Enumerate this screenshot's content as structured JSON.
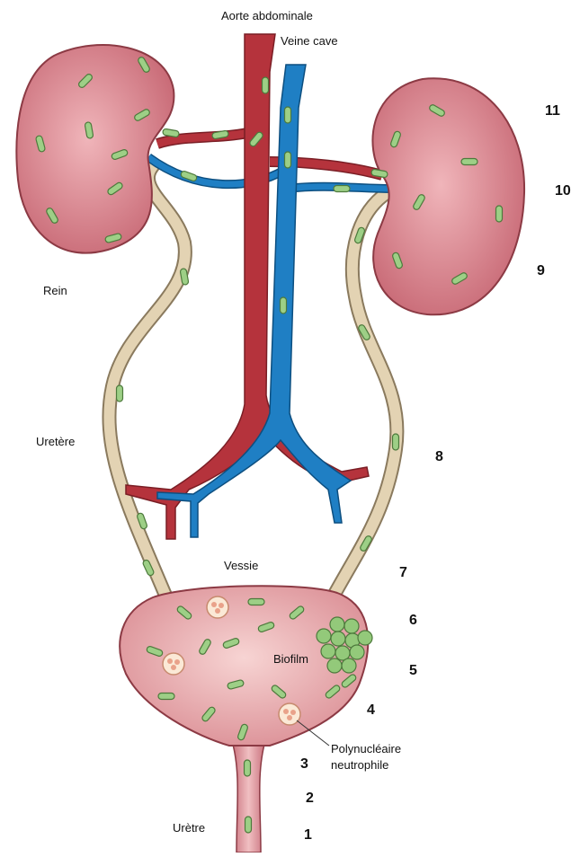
{
  "labels": {
    "aorta": "Aorte abdominale",
    "vena_cava": "Veine cave",
    "kidney": "Rein",
    "ureter": "Uretère",
    "bladder": "Vessie",
    "biofilm": "Biofilm",
    "neutrophil_line1": "Polynucléaire",
    "neutrophil_line2": "neutrophile",
    "urethra": "Urètre"
  },
  "stage_numbers": [
    "1",
    "2",
    "3",
    "4",
    "5",
    "6",
    "7",
    "8",
    "9",
    "10",
    "11"
  ],
  "colors": {
    "kidney_fill": "#d9868f",
    "kidney_stroke": "#8c3a44",
    "artery": "#b5333c",
    "vein": "#1f7fc4",
    "ureter": "#e3d3b3",
    "bladder": "#e8a9ad",
    "bacteria": "#9dcf86",
    "biofilm_cell": "#93c97a"
  }
}
